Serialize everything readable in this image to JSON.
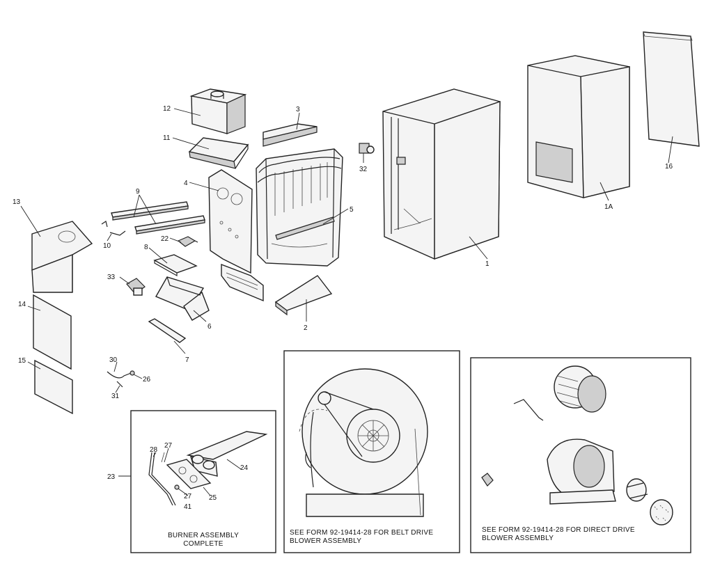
{
  "labels": {
    "p1": "1",
    "p1a": "1A",
    "p2": "2",
    "p3": "3",
    "p4": "4",
    "p5": "5",
    "p6": "6",
    "p7": "7",
    "p8": "8",
    "p9": "9",
    "p10": "10",
    "p11": "11",
    "p12": "12",
    "p13": "13",
    "p14": "14",
    "p15": "15",
    "p16": "16",
    "p22": "22",
    "p23": "23",
    "p24": "24",
    "p25": "25",
    "p26": "26",
    "p27a": "27",
    "p27b": "27",
    "p28": "28",
    "p30": "30",
    "p31": "31",
    "p32": "32",
    "p33": "33",
    "p41": "41"
  },
  "captions": {
    "burner_line1": "BURNER ASSEMBLY",
    "burner_line2": "COMPLETE",
    "belt_line1": "SEE FORM 92-19414-28 FOR BELT DRIVE",
    "belt_line2": "BLOWER ASSEMBLY",
    "direct_line1": "SEE FORM 92-19414-28 FOR DIRECT DRIVE",
    "direct_line2": "BLOWER ASSEMBLY"
  }
}
